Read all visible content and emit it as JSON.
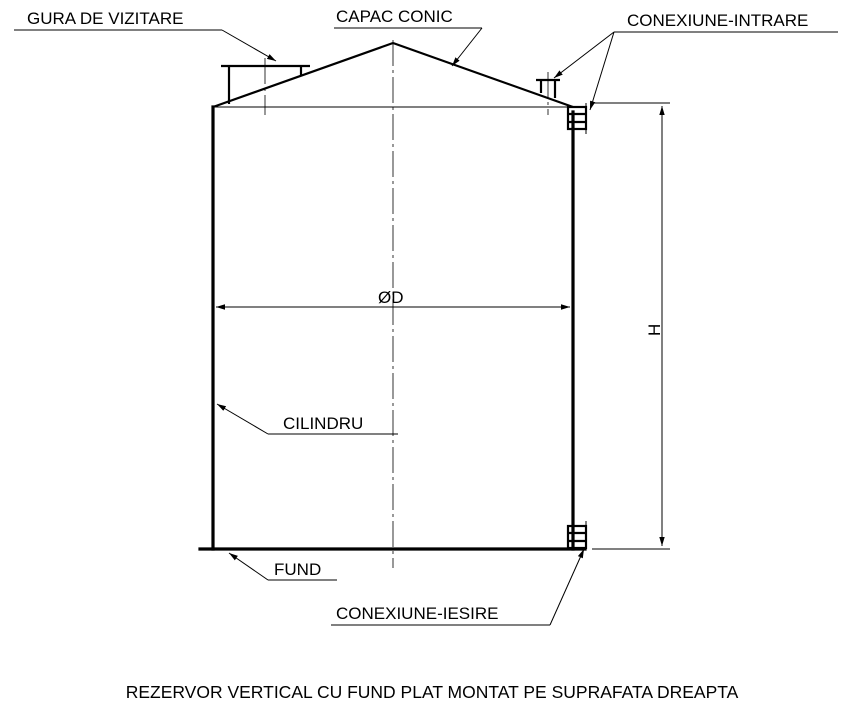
{
  "labels": {
    "manhole": "GURA DE VIZITARE",
    "conical_roof": "CAPAC CONIC",
    "inlet": "CONEXIUNE-INTRARE",
    "diameter": "ØD",
    "height": "H",
    "cylinder": "CILINDRU",
    "bottom": "FUND",
    "outlet": "CONEXIUNE-IESIRE"
  },
  "title": "REZERVOR VERTICAL CU FUND PLAT MONTAT PE SUPRAFATA DREAPTA"
}
